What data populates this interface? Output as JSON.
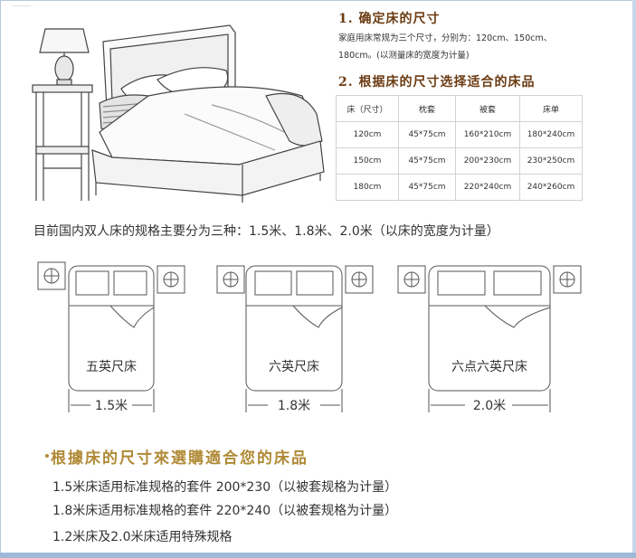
{
  "step1": {
    "title": "1. 确定床的尺寸",
    "desc_line1": "家庭用床常规为三个尺寸，分别为：120cm、150cm、",
    "desc_line2": "180cm。(以测量床的宽度为计量)"
  },
  "step2": {
    "title": "2. 根据床的尺寸选择适合的床品"
  },
  "table": {
    "headers": [
      "床（尺寸）",
      "枕套",
      "被套",
      "床单"
    ],
    "rows": [
      [
        "120cm",
        "45*75cm",
        "160*210cm",
        "180*240cm"
      ],
      [
        "150cm",
        "45*75cm",
        "200*230cm",
        "230*250cm"
      ],
      [
        "180cm",
        "45*75cm",
        "220*240cm",
        "240*260cm"
      ]
    ]
  },
  "summary": "目前国内双人床的规格主要分为三种：1.5米、1.8米、2.0米（以床的宽度为计量）",
  "beds": [
    {
      "label": "五英尺床",
      "width": "1.5米"
    },
    {
      "label": "六英尺床",
      "width": "1.8米"
    },
    {
      "label": "六点六英尺床",
      "width": "2.0米"
    }
  ],
  "traditional_heading": "根據床的尺寸來選購適合您的床品",
  "spec_lines": [
    "1.5米床适用标准规格的套件  200*230（以被套规格为计量）",
    "1.8米床适用标准规格的套件  220*240（以被套规格为计量）",
    "1.2米床及2.0米床适用特殊规格"
  ],
  "colors": {
    "heading_brown": "#6b3b12",
    "heading_gold": "#b08a36",
    "frame_blue": "#9fbad8"
  }
}
